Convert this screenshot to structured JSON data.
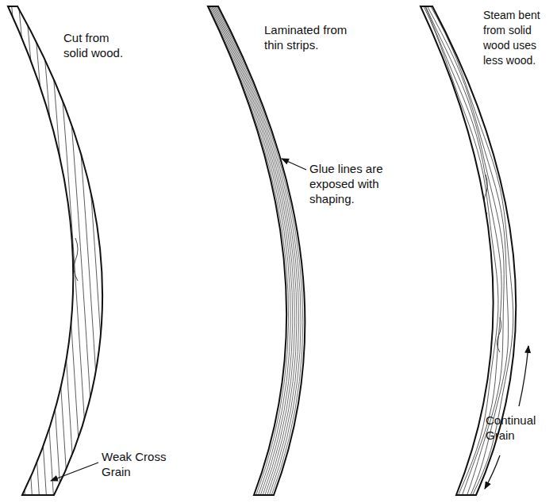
{
  "diagram": {
    "labels": [
      "Cut from solid wood.",
      "Weak Cross Grain",
      "Laminated from thin strips.",
      "Glue lines are exposed with shaping.",
      "Steam bent from solid wood uses less wood.",
      "Continual Grain"
    ]
  }
}
